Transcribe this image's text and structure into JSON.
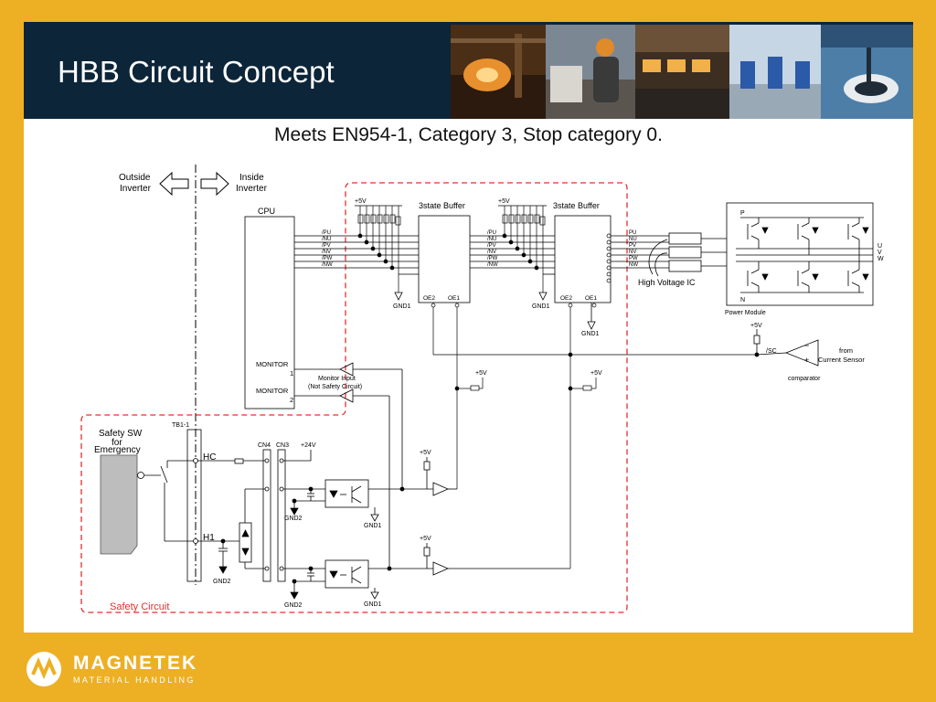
{
  "slide": {
    "title": "HBB Circuit Concept",
    "subtitle": "Meets EN954-1, Category 3, Stop category 0."
  },
  "diagram": {
    "outside_inverter_a": "Outside",
    "outside_inverter_b": "Inverter",
    "inside_inverter_a": "Inside",
    "inside_inverter_b": "Inverter",
    "cpu": "CPU",
    "buffer1": "3state Buffer",
    "buffer2": "3state Buffer",
    "plus5v": "+5V",
    "plus24v": "+24V",
    "signals": [
      "/PU",
      "/NU",
      "/PV",
      "/NV",
      "/PW",
      "/NW"
    ],
    "power_signals": [
      "PU",
      "NU",
      "PV",
      "NV",
      "PW",
      "NW"
    ],
    "gnd1": "GND1",
    "gnd2": "GND2",
    "oe2": "OE2",
    "oe1": "OE1",
    "high_voltage_ic": "High Voltage IC",
    "power_module": "Power Module",
    "p_label": "P",
    "n_label": "N",
    "u_label": "U",
    "v_label": "V",
    "w_label": "W",
    "sc_label": "/SC",
    "from_a": "from",
    "from_b": "Current Sensor",
    "comparator": "comparator",
    "minus": "−",
    "plus": "+",
    "monitor1_a": "MONITOR",
    "monitor1_b": "1",
    "monitor2_a": "MONITOR",
    "monitor2_b": "2",
    "monitor_input_a": "Monitor Input",
    "monitor_input_b": "(Not Safety Circuit)",
    "safety_sw_a": "Safety SW",
    "safety_sw_b": "for",
    "safety_sw_c": "Emergency",
    "tb1": "TB1-1",
    "hc": "HC",
    "h1": "H1",
    "cn4": "CN4",
    "cn3": "CN3",
    "safety_circuit": "Safety Circuit"
  },
  "footer": {
    "brand": "MAGNETEK",
    "brand_sub": "MATERIAL HANDLING"
  },
  "colors": {
    "background": "#EDB024",
    "title_bar": "#0C2538",
    "dashed_boundary": "#E03030",
    "safety_sw_fill": "#BDBDBD"
  }
}
